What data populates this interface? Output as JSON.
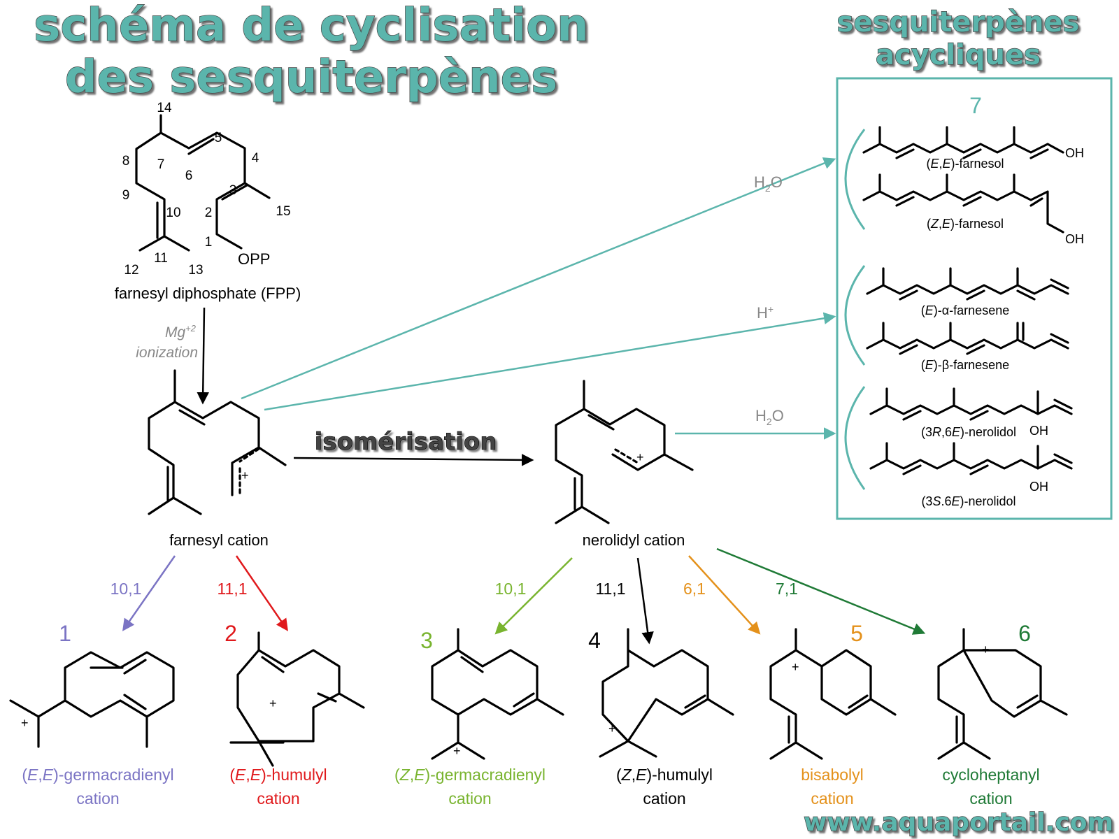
{
  "title": {
    "line1": "schéma de cyclisation",
    "line2": "des sesquiterpènes"
  },
  "side_title": {
    "line1": "sesquiterpènes",
    "line2": "acycliques"
  },
  "watermark": "www.aquaportail.com",
  "colors": {
    "teal": "#5bb5ac",
    "purple": "#7b74c4",
    "red": "#e0191c",
    "lime": "#79b42f",
    "orange": "#e4911b",
    "green": "#1f7a36",
    "grey": "#888888"
  },
  "fpp": {
    "name": "farnesyl diphosphate (FPP)",
    "opp": "OPP",
    "carbons": [
      "1",
      "2",
      "3",
      "4",
      "5",
      "6",
      "7",
      "8",
      "9",
      "10",
      "11",
      "12",
      "13",
      "14",
      "15"
    ]
  },
  "ionization": {
    "line1": "Mg",
    "sup": "+2",
    "line2": "ionization"
  },
  "farnesyl_cation": "farnesyl cation",
  "nerolidyl_cation": "nerolidyl cation",
  "isomerisation": "isomérisation",
  "plus": "+",
  "acyclic_box": {
    "number": "7",
    "reagents": [
      {
        "base": "H",
        "sub": "2",
        "tail": "O"
      },
      {
        "base": "H",
        "sup": "+"
      },
      {
        "base": "H",
        "sub": "2",
        "tail": "O"
      }
    ],
    "compounds": {
      "ee_farnesol": {
        "open": "(",
        "it1": "E",
        "comma": ",",
        "it2": "E",
        "close": ")-farnesol",
        "oh": "OH"
      },
      "ze_farnesol": {
        "open": "(",
        "it1": "Z",
        "comma": ",",
        "it2": "E",
        "close": ")-farnesol",
        "oh": "OH"
      },
      "a_farnesene": {
        "open": "(",
        "it1": "E",
        "close": ")-α-farnesene"
      },
      "b_farnesene": {
        "open": "(",
        "it1": "E",
        "close": ")-β-farnesene"
      },
      "r_nerolidol": {
        "open": "(3",
        "it1": "R",
        "mid": ",6",
        "it2": "E",
        "close": ")-nerolidol",
        "oh": "OH"
      },
      "s_nerolidol": {
        "open": "(3",
        "it1": "S",
        "mid": ".6",
        "it2": "E",
        "close": ")-nerolidol",
        "oh": "OH"
      }
    }
  },
  "cyclizations": [
    {
      "number": "1",
      "bond": "10,1",
      "name": {
        "open": "(",
        "it1": "E",
        "comma": ",",
        "it2": "E",
        "close": ")-germacradienyl",
        "line2": "cation"
      }
    },
    {
      "number": "2",
      "bond": "11,1",
      "name": {
        "open": "(",
        "it1": "E",
        "comma": ",",
        "it2": "E",
        "close": ")-humulyl",
        "line2": "cation"
      }
    },
    {
      "number": "3",
      "bond": "10,1",
      "name": {
        "open": "(",
        "it1": "Z",
        "comma": ",",
        "it2": "E",
        "close": ")-germacradienyl",
        "line2": "cation"
      }
    },
    {
      "number": "4",
      "bond": "11,1",
      "name": {
        "open": "(",
        "it1": "Z",
        "comma": ",",
        "it2": "E",
        "close": ")-humulyl",
        "line2": "cation"
      }
    },
    {
      "number": "5",
      "bond": "6,1",
      "name": {
        "line1": "bisabolyl",
        "line2": "cation"
      }
    },
    {
      "number": "6",
      "bond": "7,1",
      "name": {
        "line1": "cycloheptanyl",
        "line2": "cation"
      }
    }
  ]
}
